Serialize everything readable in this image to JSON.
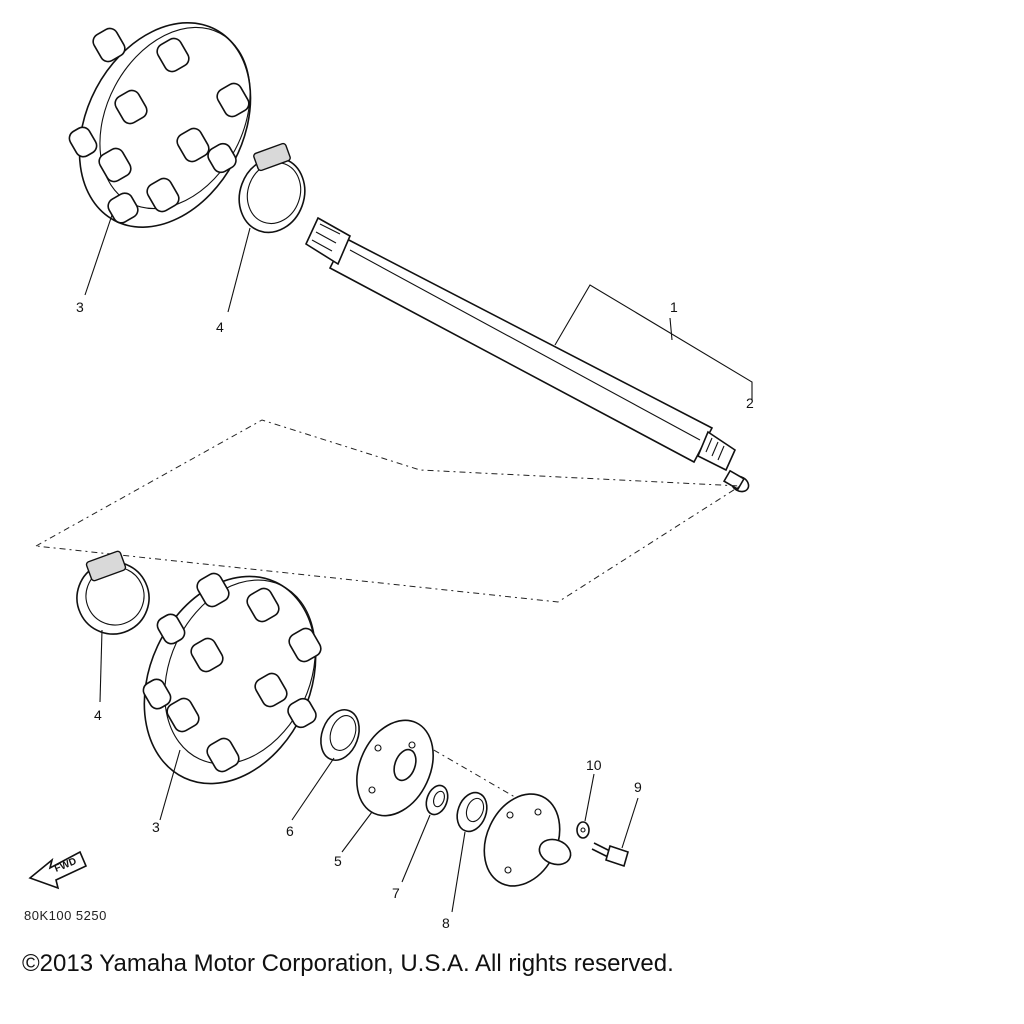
{
  "diagram": {
    "callouts": {
      "shaft": "1",
      "key": "2",
      "sprocket_upper": "3",
      "clamp_upper": "4",
      "clamp_lower": "4",
      "sprocket_lower": "3",
      "bearing_plate": "5",
      "bearing": "6",
      "collar": "7",
      "oil_seal": "8",
      "bolt": "9",
      "washer": "10"
    },
    "fwd_label": "FWD",
    "part_code": "80K100 5250"
  },
  "footer": {
    "copyright": "©2013 Yamaha Motor Corporation, U.S.A. All rights reserved."
  }
}
